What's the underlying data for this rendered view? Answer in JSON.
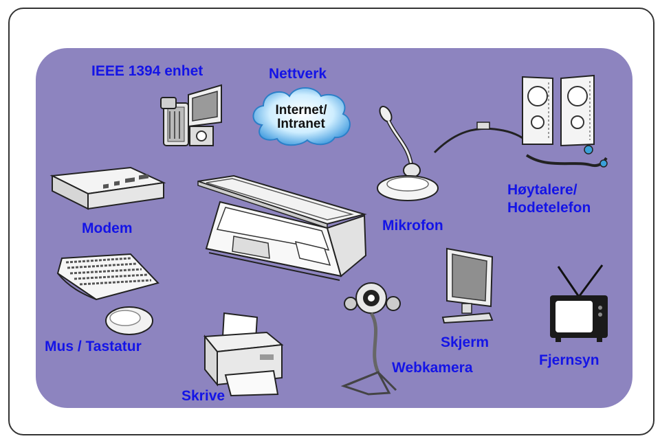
{
  "labels": {
    "ieee": "IEEE 1394 enhet",
    "network": "Nettverk",
    "modem": "Modem",
    "mouse_keyboard": "Mus / Tastatur",
    "printer": "Skrive",
    "webcam": "Webkamera",
    "monitor": "Skjerm",
    "tv": "Fjernsyn",
    "microphone": "Mikrofon",
    "speakers_line1": "Høytalere/",
    "speakers_line2": "Hodetelefon"
  },
  "cloud": {
    "line1": "Internet/",
    "line2": "Intranet"
  },
  "colors": {
    "panel": "#8d84bf",
    "label": "#1414e6",
    "cloud": "#4aa8e8"
  },
  "icons": [
    "camcorder-icon",
    "cloud-icon",
    "modem-icon",
    "laptop-icon",
    "keyboard-icon",
    "mouse-icon",
    "printer-icon",
    "webcam-icon",
    "monitor-icon",
    "tv-icon",
    "microphone-icon",
    "speakers-icon"
  ]
}
